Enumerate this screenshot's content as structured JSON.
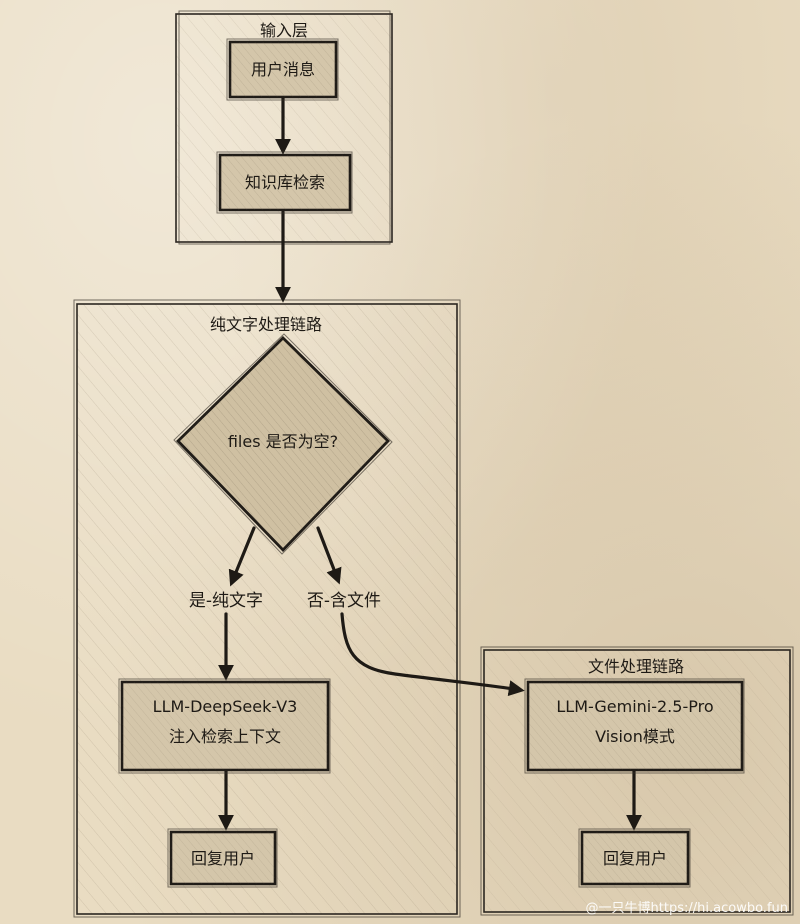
{
  "groups": {
    "input": {
      "title": "输入层"
    },
    "text_chain": {
      "title": "纯文字处理链路"
    },
    "file_chain": {
      "title": "文件处理链路"
    }
  },
  "nodes": {
    "user_message": "用户消息",
    "kb_search": "知识库检索",
    "decision": "files 是否为空?",
    "deepseek": {
      "line1": "LLM-DeepSeek-V3",
      "line2": "注入检索上下文"
    },
    "reply_text": "回复用户",
    "gemini": {
      "line1": "LLM-Gemini-2.5-Pro",
      "line2": "Vision模式"
    },
    "reply_file": "回复用户"
  },
  "edges": {
    "yes_label": "是-纯文字",
    "no_label": "否-含文件"
  },
  "watermark": "@一只牛博https://hi.acowbo.fun"
}
